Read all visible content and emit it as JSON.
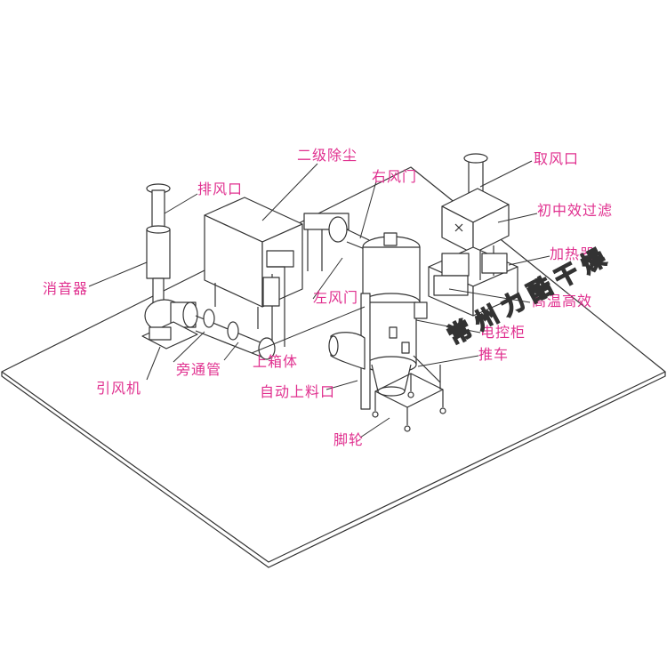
{
  "labels": {
    "two_stage_dust": "二级除尘",
    "exhaust_outlet": "排风口",
    "right_damper": "右风门",
    "air_intake": "取风口",
    "primary_filter": "初中效过滤",
    "heater": "加热器",
    "hepa": "高温高效",
    "left_damper": "左风门",
    "muffler": "消音器",
    "control_cabinet": "电控柜",
    "cart": "推车",
    "upper_box": "上箱体",
    "bypass_pipe": "旁通管",
    "fan": "引风机",
    "auto_feed": "自动上料口",
    "casters": "脚轮"
  },
  "watermark": "常州力酷干燥",
  "colors": {
    "label": "#e0308f",
    "line": "#333333"
  }
}
